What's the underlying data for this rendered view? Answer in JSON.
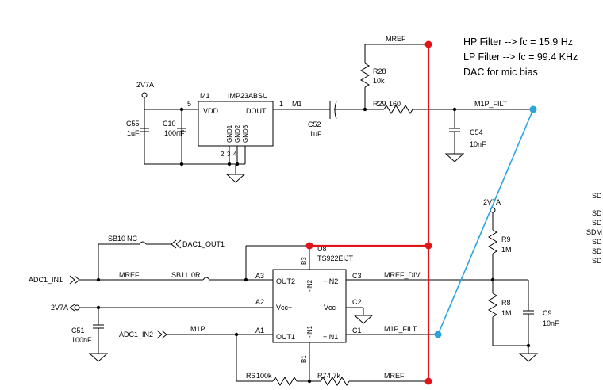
{
  "notes": {
    "hp": "HP Filter --> fc = 15.9 Hz",
    "lp": "LP Filter --> fc = 99.4 KHz",
    "dac": "DAC for mic bias"
  },
  "colors": {
    "red": "#e0141b",
    "blue": "#2aa3e0",
    "wire": "#000000"
  },
  "mic": {
    "ref": "M1",
    "part": "IMP23ABSU",
    "vdd": "VDD",
    "dout": "DOUT",
    "gnd1": "GND1",
    "gnd2": "GND2",
    "gnd3": "GND3",
    "pin_vdd": "5",
    "pin_dout": "1",
    "pin_g1": "2",
    "pin_g2": "3",
    "pin_g3": "4"
  },
  "opamp": {
    "ref": "U8",
    "part": "TS922EIJT",
    "out2": "OUT2",
    "in2n": "-IN2",
    "in2p": "+IN2",
    "vccp": "Vcc+",
    "vccn": "Vcc-",
    "out1": "OUT1",
    "in1n": "-IN1",
    "in1p": "+IN1",
    "pin_a3": "A3",
    "pin_a2": "A2",
    "pin_a1": "A1",
    "pin_b3": "B3",
    "pin_b1": "B1",
    "pin_c3": "C3",
    "pin_c2": "C2",
    "pin_c1": "C1"
  },
  "components": {
    "r28": {
      "ref": "R28",
      "value": "10k"
    },
    "r29": {
      "ref": "R29",
      "value": "160"
    },
    "c52": {
      "ref": "C52",
      "value": "1uF"
    },
    "c54": {
      "ref": "C54",
      "value": "10nF"
    },
    "c55": {
      "ref": "C55",
      "value": "1uF"
    },
    "c10": {
      "ref": "C10",
      "value": "100nF"
    },
    "r9": {
      "ref": "R9",
      "value": "1M"
    },
    "r8": {
      "ref": "R8",
      "value": "1M"
    },
    "c9": {
      "ref": "C9",
      "value": "10nF"
    },
    "c51": {
      "ref": "C51",
      "value": "100nF"
    },
    "r6": {
      "ref": "R6",
      "value": "100k"
    },
    "r7": {
      "ref": "R7",
      "value": "4.7k"
    },
    "sb10": {
      "ref": "SB10",
      "value": "NC"
    },
    "sb11": {
      "ref": "SB11",
      "value": "0R"
    }
  },
  "nets": {
    "mref_top": "MREF",
    "m1_net": "M1",
    "m1p_filt_top": "M1P_FILT",
    "v2v7a_top": "2V7A",
    "v2v7a_mid": "2V7A",
    "v2v7a_left": "2V7A",
    "dac1_out1": "DAC1_OUT1",
    "adc1_in1": "ADC1_IN1",
    "mref_left": "MREF",
    "mref_div": "MREF_DIV",
    "adc1_in2": "ADC1_IN2",
    "m1p": "M1P",
    "m1p_filt_bot": "M1P_FILT",
    "mref_bot": "MREF"
  },
  "edge_labels": [
    "SD",
    "SD",
    "SD",
    "SDM",
    "SD",
    "SD",
    "SD"
  ]
}
